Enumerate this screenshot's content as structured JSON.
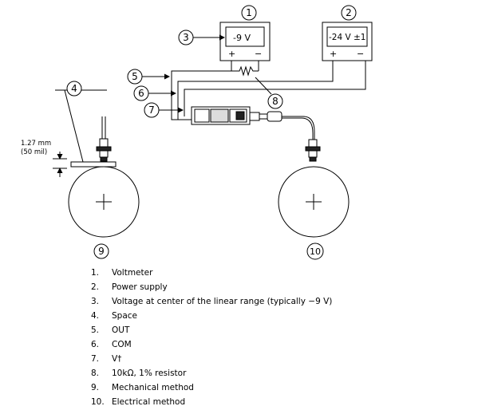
{
  "callouts": [
    "1",
    "2",
    "3",
    "4",
    "5",
    "6",
    "7",
    "8",
    "9",
    "10"
  ],
  "voltmeter": {
    "reading": "-9 V",
    "plus": "+",
    "minus": "−"
  },
  "power_supply": {
    "reading": "-24 V ±1",
    "plus": "+",
    "minus": "−"
  },
  "gap": {
    "metric": "1.27 mm",
    "imperial": "(50 mil)"
  },
  "legend": [
    {
      "num": "1.",
      "text": "Voltmeter"
    },
    {
      "num": "2.",
      "text": "Power supply"
    },
    {
      "num": "3.",
      "text": "Voltage at center of the linear range (typically −9 V)"
    },
    {
      "num": "4.",
      "text": "Space"
    },
    {
      "num": "5.",
      "text": "OUT"
    },
    {
      "num": "6.",
      "text": "COM"
    },
    {
      "num": "7.",
      "text": "V†"
    },
    {
      "num": "8.",
      "text": "10kΩ, 1% resistor"
    },
    {
      "num": "9.",
      "text": "Mechanical method"
    },
    {
      "num": "10.",
      "text": "Electrical method"
    }
  ]
}
